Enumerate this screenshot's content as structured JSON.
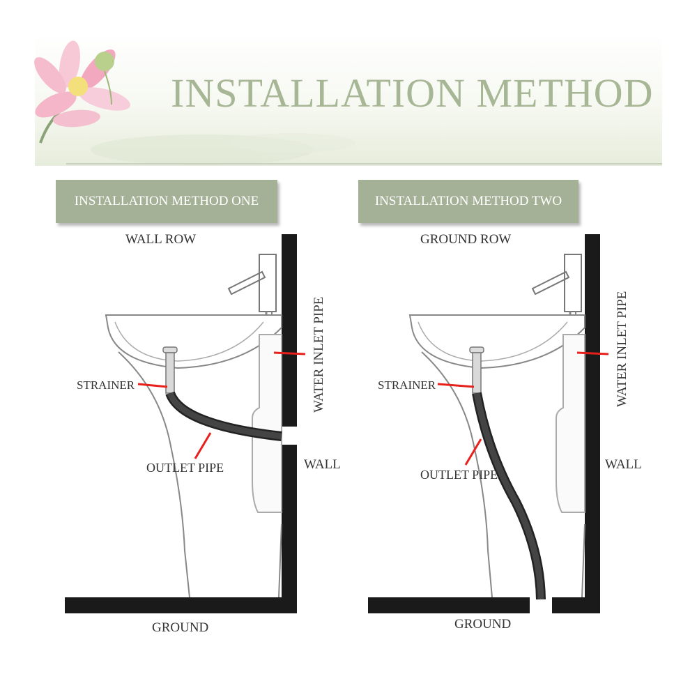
{
  "header": {
    "title": "INSTALLATION METHOD"
  },
  "method_one": {
    "tag": "INSTALLATION METHOD ONE",
    "subtitle": "WALL ROW",
    "strainer": "STRAINER",
    "outlet_pipe": "OUTLET PIPE",
    "water_inlet_pipe": "WATER INLET PIPE",
    "wall": "WALL",
    "ground": "GROUND"
  },
  "method_two": {
    "tag": "INSTALLATION METHOD TWO",
    "subtitle": "GROUND ROW",
    "strainer": "STRAINER",
    "outlet_pipe": "OUTLET PIPE",
    "water_inlet_pipe": "WATER INLET PIPE",
    "wall": "WALL",
    "ground": "GROUND"
  },
  "colors": {
    "banner_text": "#a7b694",
    "tag_background": "#a5b197",
    "pointer_red": "#e8201c",
    "wall_black": "#1a1a1a"
  }
}
